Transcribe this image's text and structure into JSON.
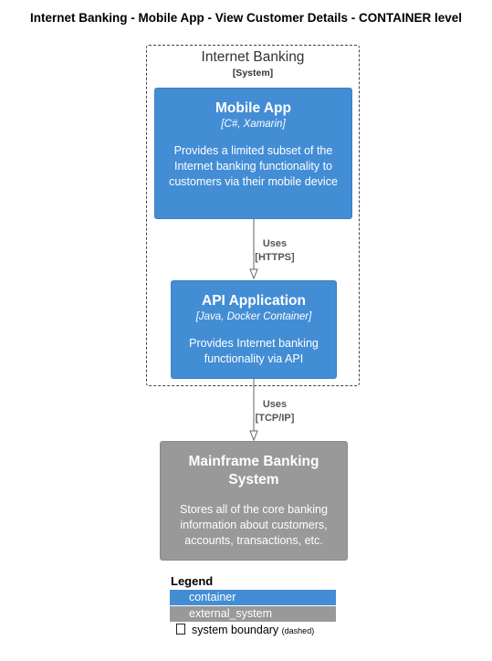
{
  "title": "Internet Banking - Mobile App - View Customer Details - CONTAINER level",
  "boundary": {
    "name": "Internet Banking",
    "type": "[System]"
  },
  "elements": {
    "mobile_app": {
      "name": "Mobile App",
      "technology": "[C#, Xamarin]",
      "description": "Provides a limited subset of the Internet banking functionality to customers via their mobile device"
    },
    "api_application": {
      "name": "API Application",
      "technology": "[Java, Docker Container]",
      "description": "Provides Internet banking functionality via API"
    },
    "mainframe": {
      "name": "Mainframe Banking System",
      "description": "Stores all of the core banking information about customers, accounts, transactions, etc."
    }
  },
  "relations": {
    "mobile_to_api": {
      "label": "Uses",
      "technology": "[HTTPS]"
    },
    "api_to_mainframe": {
      "label": "Uses",
      "technology": "[TCP/IP]"
    }
  },
  "legend": {
    "title": "Legend",
    "items": [
      {
        "label": "container",
        "color": "#438dd5"
      },
      {
        "label": "external_system",
        "color": "#999999"
      }
    ],
    "boundary_label": "system boundary",
    "boundary_note": "(dashed)"
  },
  "colors": {
    "container": "#438dd5",
    "external_system": "#999999",
    "arrow": "#666666"
  }
}
